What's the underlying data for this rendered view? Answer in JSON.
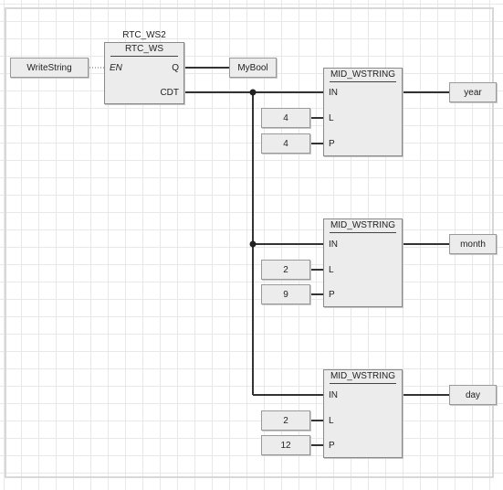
{
  "rtc_block": {
    "instance_name": "RTC_WS2",
    "type_name": "RTC_WS",
    "pins": {
      "en": "EN",
      "q": "Q",
      "cdt": "CDT"
    }
  },
  "variables": {
    "input_var": "WriteString",
    "q_var": "MyBool"
  },
  "mid_blocks": [
    {
      "type_name": "MID_WSTRING",
      "pins": {
        "in": "IN",
        "l": "L",
        "p": "P"
      },
      "l_value": "4",
      "p_value": "4",
      "output_var": "year"
    },
    {
      "type_name": "MID_WSTRING",
      "pins": {
        "in": "IN",
        "l": "L",
        "p": "P"
      },
      "l_value": "2",
      "p_value": "9",
      "output_var": "month"
    },
    {
      "type_name": "MID_WSTRING",
      "pins": {
        "in": "IN",
        "l": "L",
        "p": "P"
      },
      "l_value": "2",
      "p_value": "12",
      "output_var": "day"
    }
  ]
}
